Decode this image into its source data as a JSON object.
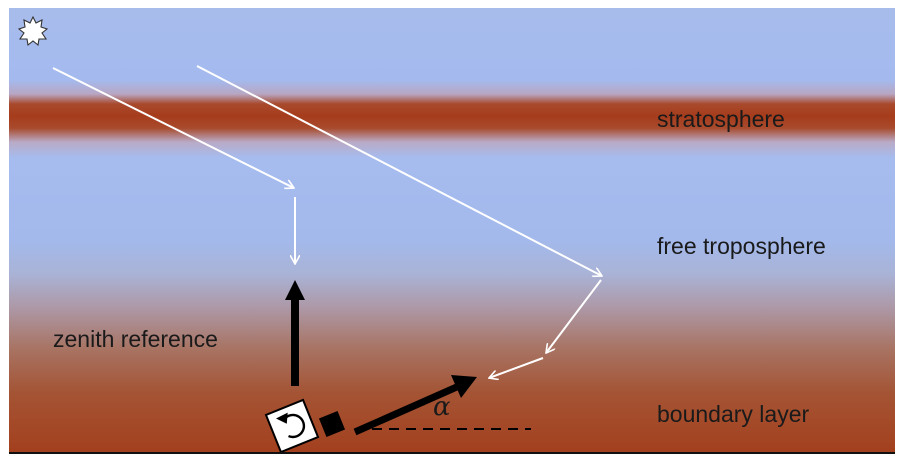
{
  "layers": {
    "stratosphere": "stratosphere",
    "free_troposphere": "free troposphere",
    "boundary_layer": "boundary layer"
  },
  "labels": {
    "zenith_reference": "zenith reference",
    "angle": "α"
  },
  "icons": {
    "sun": "sun-icon",
    "instrument": "rotation-arrow-icon"
  },
  "colors": {
    "sky": "#a4baee",
    "layer_haze": "#a63c1c",
    "light_path": "#ffffff",
    "instrument_arrow": "#000000"
  }
}
